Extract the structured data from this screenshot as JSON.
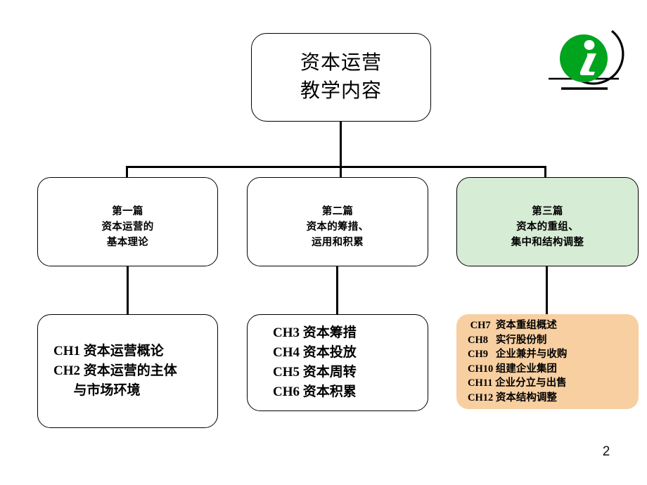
{
  "slide": {
    "page_number": "2",
    "background_color": "#ffffff"
  },
  "logo": {
    "name": "information-logo",
    "glyph": "i",
    "circle_color": "#00a41e",
    "glyph_color": "#ffffff",
    "arc_color": "#000000"
  },
  "root": {
    "lines": [
      "资本运营",
      "教学内容"
    ],
    "fill": "#ffffff",
    "border": "#000000"
  },
  "sections": [
    {
      "id": "section-1",
      "lines": [
        "第一篇",
        "资本运营的",
        "基本理论"
      ],
      "fill": "#ffffff"
    },
    {
      "id": "section-2",
      "lines": [
        "第二篇",
        "资本的筹措、",
        "运用和积累"
      ],
      "fill": "#ffffff"
    },
    {
      "id": "section-3",
      "lines": [
        "第三篇",
        "资本的重组、",
        "集中和结构调整"
      ],
      "fill": "#d7ecd5"
    }
  ],
  "chapters": [
    {
      "id": "chapters-1",
      "lines": [
        "CH1 资本运营概论",
        "CH2 资本运营的主体",
        "      与市场环境"
      ],
      "fill": "#ffffff"
    },
    {
      "id": "chapters-2",
      "lines": [
        "CH3 资本筹措",
        "CH4 资本投放",
        "CH5 资本周转",
        "CH6 资本积累"
      ],
      "fill": "#ffffff"
    },
    {
      "id": "chapters-3",
      "lines": [
        " CH7  资本重组概述",
        "CH8   实行股份制",
        "CH9   企业兼并与收购",
        "CH10 组建企业集团",
        "CH11 企业分立与出售",
        "CH12 资本结构调整"
      ],
      "fill": "#f7cfa1"
    }
  ]
}
